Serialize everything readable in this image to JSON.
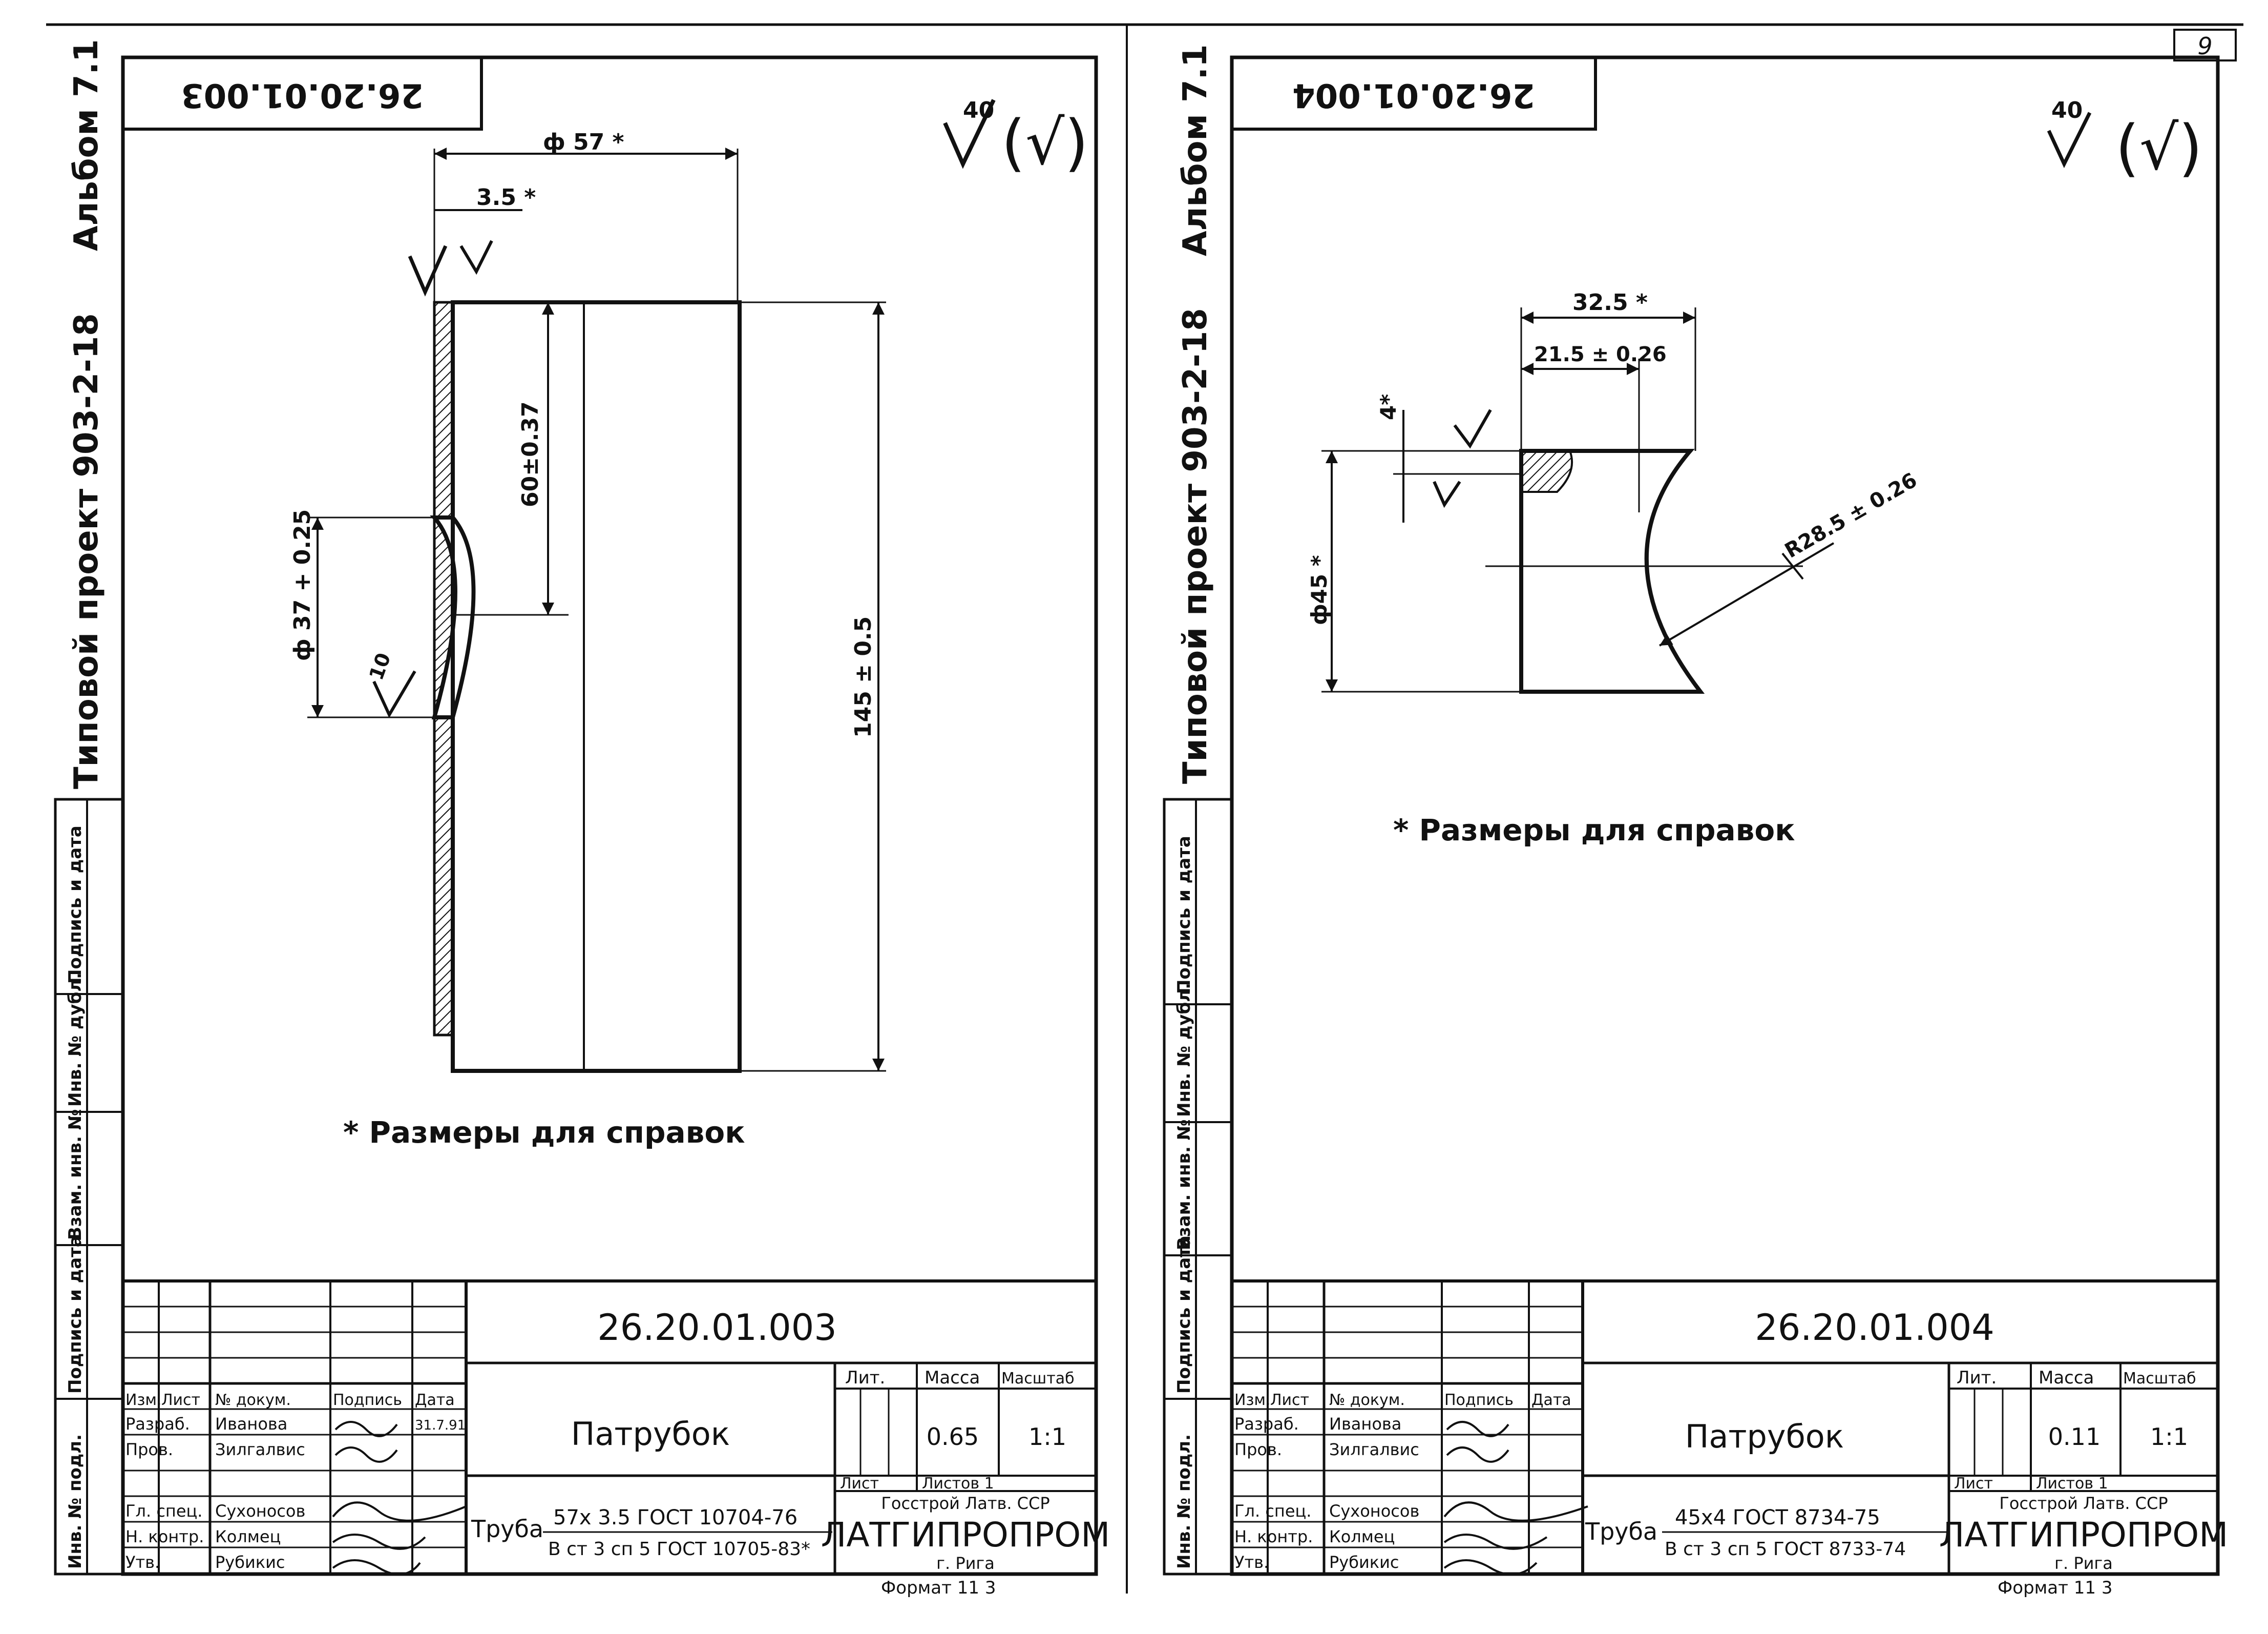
{
  "page_number": "9",
  "footer_format": "Формат 11 3",
  "sheets": [
    {
      "code_mirrored": "26.20.01.003",
      "drawing_number": "26.20.01.003",
      "album_label": "Альбом 7.1",
      "project_label": "Типовой проект 903-2-18",
      "roughness": "40",
      "roughness_paren": "(√)",
      "dims": {
        "outer": "ф 57 *",
        "wall": "3.5 *",
        "hole_pos": "60±0.37",
        "hole_dia": "ф 37 + 0.25",
        "length": "145 ± 0.5",
        "rough10": "10"
      },
      "note": "* Размеры для справок",
      "part_name": "Патрубок",
      "material_line1": "57x 3.5 ГОСТ 10704-76",
      "material_line2": "В ст 3 сп 5 ГОСТ 10705-83*",
      "material_label": "Труба",
      "stage_header": "Лит.",
      "mass_header": "Масса",
      "scale_header": "Масштаб",
      "mass": "0.65",
      "scale": "1:1",
      "sheet_header": "Лист",
      "sheets_header": "Листов 1",
      "org1": "Госстрой Латв. ССР",
      "org2": "ЛАТГИПРОПРОМ",
      "org3": "г. Рига",
      "sidebar": [
        "Инв. № подл.",
        "Подпись и дата",
        "Взам. инв. №",
        "Инв. № дубл.",
        "Подпись и дата"
      ],
      "tb_headers": [
        "Изм.",
        "Лист",
        "№ докум.",
        "Подпись",
        "Дата"
      ],
      "tb_rows": [
        [
          "Разраб.",
          "Иванова",
          "",
          "31.7.91"
        ],
        [
          "Пров.",
          "Зилгалвис",
          "",
          ""
        ],
        [
          "",
          "",
          "",
          ""
        ],
        [
          "Гл. спец.",
          "Сухоносов",
          "",
          ""
        ],
        [
          "Н. контр.",
          "Колмец",
          "",
          ""
        ],
        [
          "Утв.",
          "Рубикис",
          "",
          ""
        ]
      ]
    },
    {
      "code_mirrored": "26.20.01.004",
      "drawing_number": "26.20.01.004",
      "album_label": "Альбом 7.1",
      "project_label": "Типовой проект 903-2-18",
      "roughness": "40",
      "roughness_paren": "(√)",
      "dims": {
        "width": "32.5 *",
        "cut": "21.5 ± 0.26",
        "wall": "4*",
        "dia": "ф45 *",
        "radius": "R28.5 ± 0.26"
      },
      "note": "* Размеры для справок",
      "part_name": "Патрубок",
      "material_line1": "45x4 ГОСТ 8734-75",
      "material_line2": "В ст 3 сп 5 ГОСТ 8733-74",
      "material_label": "Труба",
      "stage_header": "Лит.",
      "mass_header": "Масса",
      "scale_header": "Масштаб",
      "mass": "0.11",
      "scale": "1:1",
      "sheet_header": "Лист",
      "sheets_header": "Листов 1",
      "org1": "Госстрой Латв. ССР",
      "org2": "ЛАТГИПРОПРОМ",
      "org3": "г. Рига",
      "sidebar": [
        "Инв. № подл.",
        "Подпись и дата",
        "Взам. инв. №",
        "Инв. № дубл.",
        "Подпись и дата"
      ],
      "tb_headers": [
        "Изм.",
        "Лист",
        "№ докум.",
        "Подпись",
        "Дата"
      ],
      "tb_rows": [
        [
          "Разраб.",
          "Иванова",
          "",
          ""
        ],
        [
          "Пров.",
          "Зилгалвис",
          "",
          ""
        ],
        [
          "",
          "",
          "",
          ""
        ],
        [
          "Гл. спец.",
          "Сухоносов",
          "",
          ""
        ],
        [
          "Н. контр.",
          "Колмец",
          "",
          ""
        ],
        [
          "Утв.",
          "Рубикис",
          "",
          ""
        ]
      ]
    }
  ]
}
